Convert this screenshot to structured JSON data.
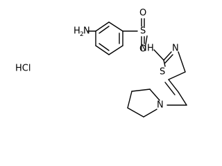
{
  "molecule": {
    "salt": "HCl",
    "amine_h": "H",
    "amine_h_sub": "2",
    "amine_n": "N",
    "sulfur_sulfonyl": "S",
    "oxygen_top": "O",
    "oxygen_bottom": "O",
    "amide_n": "N",
    "amide_h": "H",
    "ring_n": "N",
    "ring_s": "S",
    "pyrrolidine_n": "N"
  }
}
